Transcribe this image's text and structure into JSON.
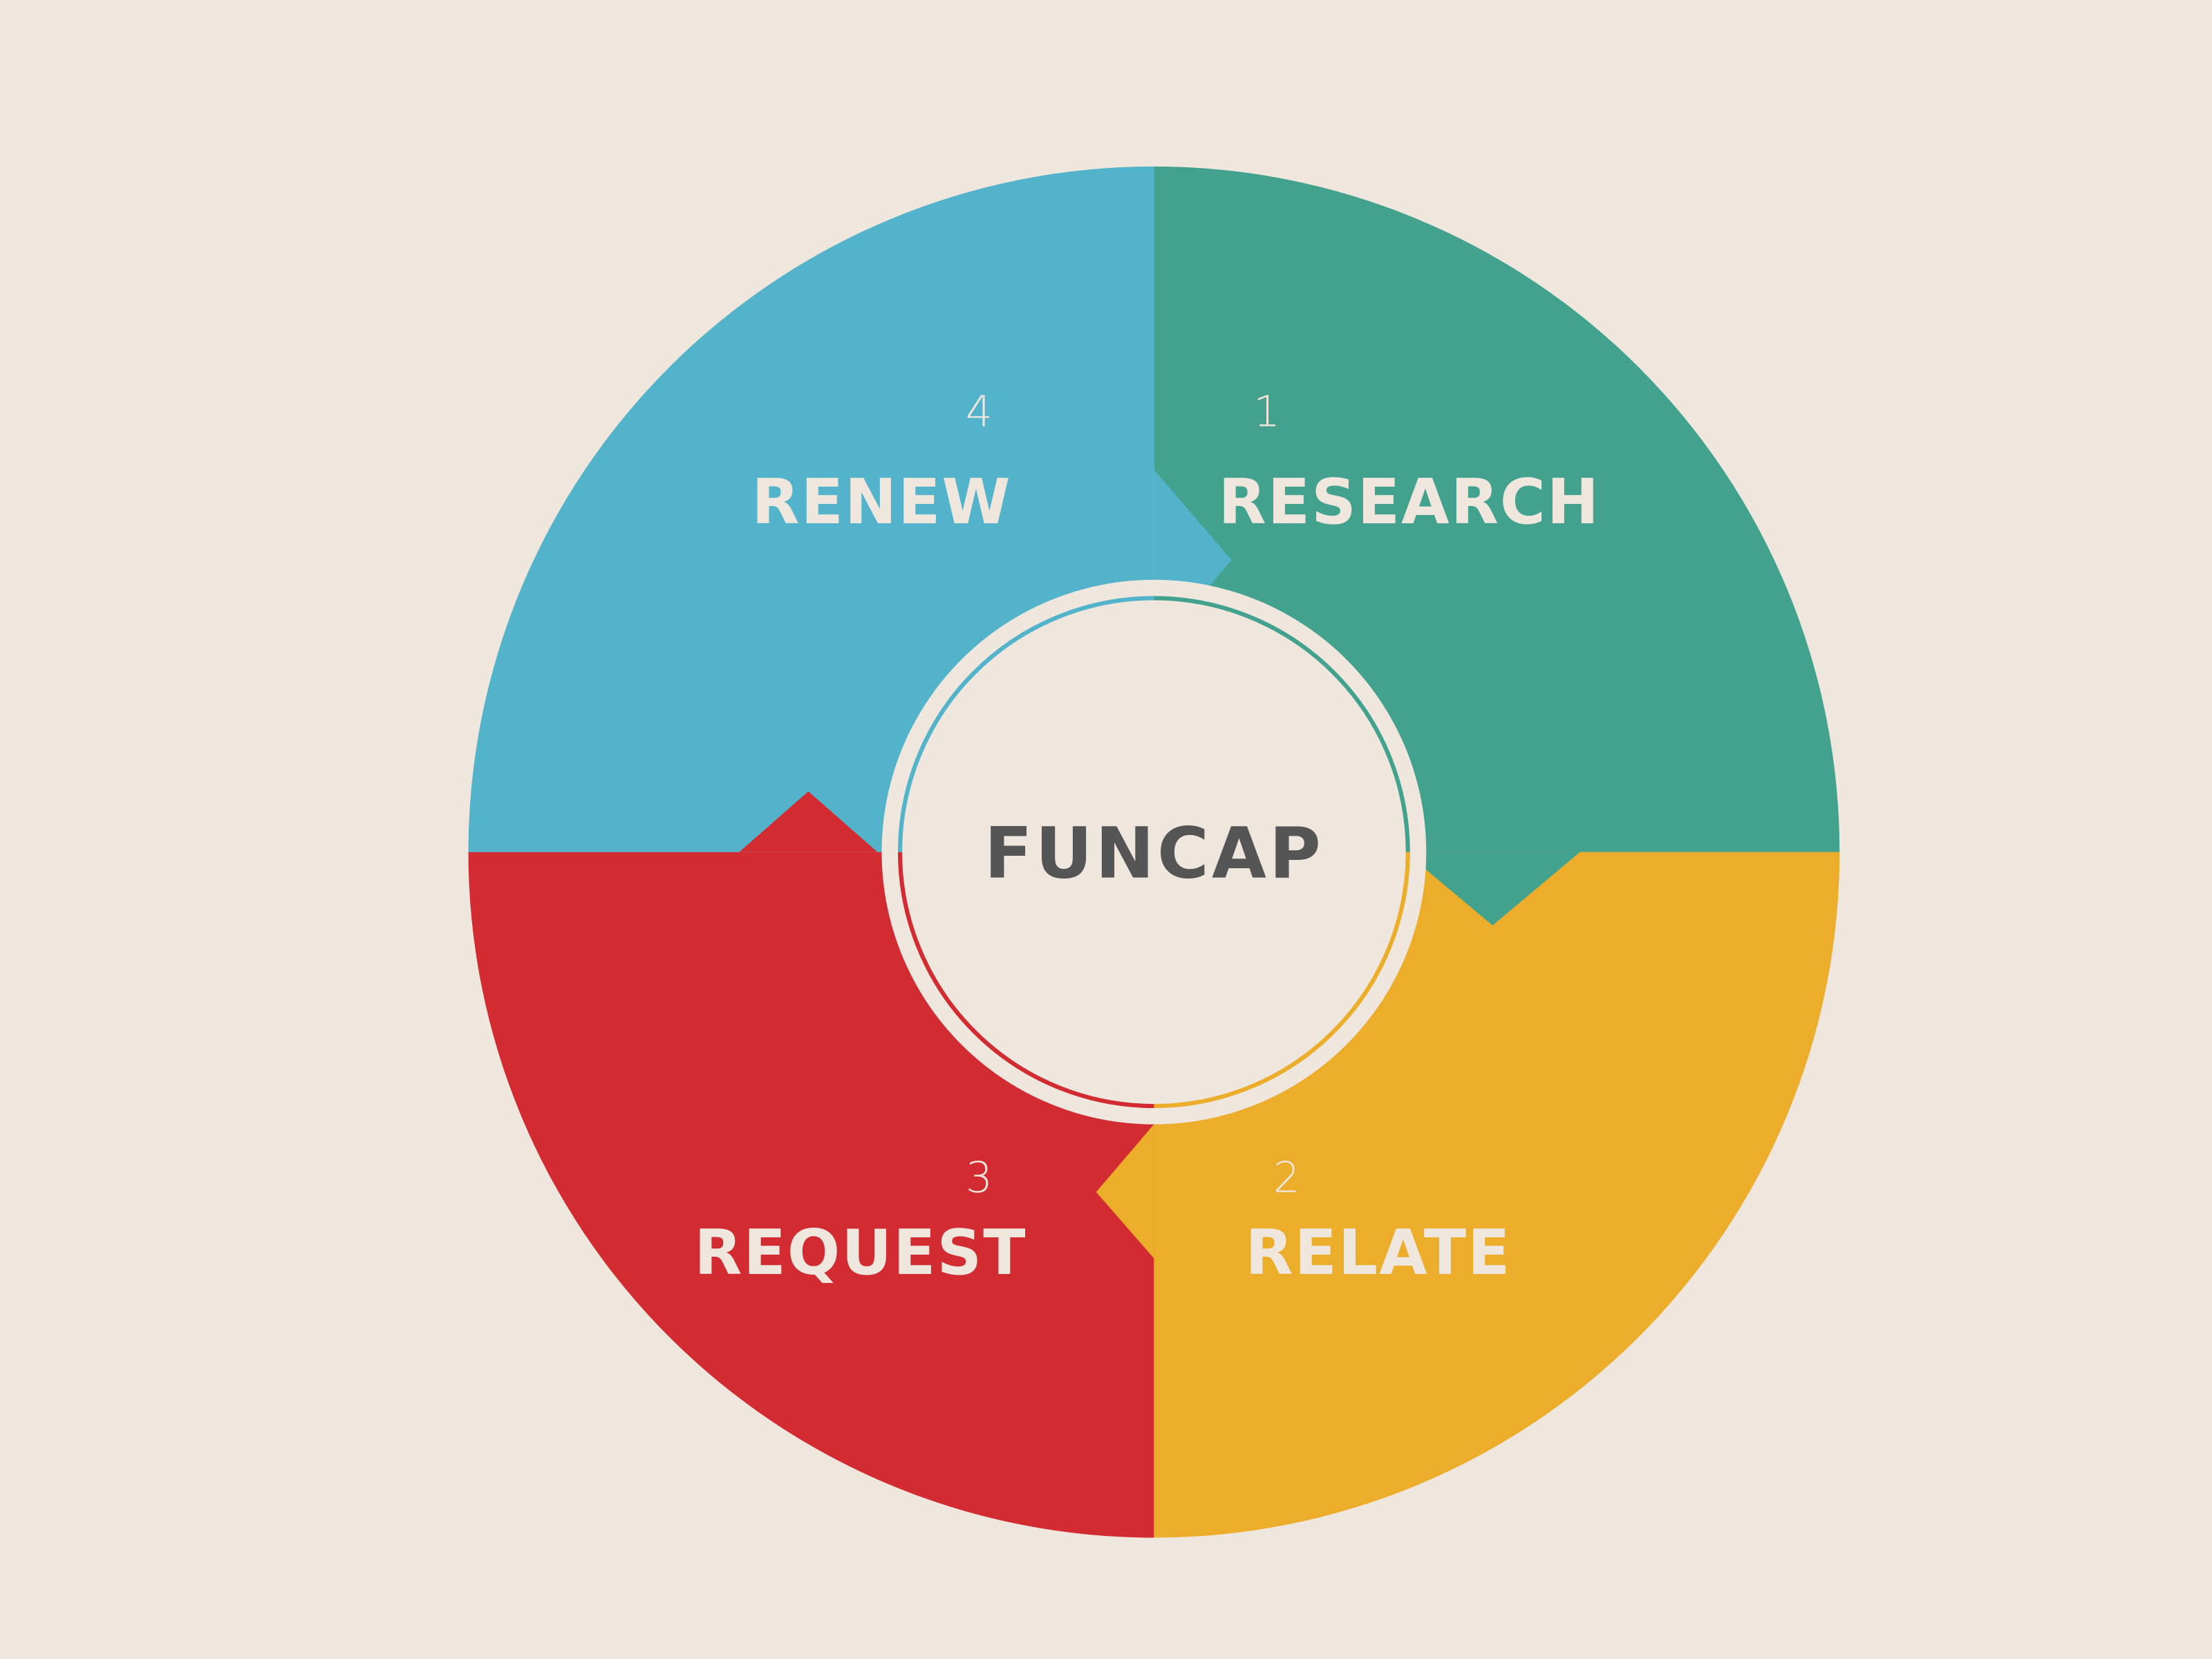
{
  "title": "FUNCAP",
  "colors": {
    "background": "#EFE7DD",
    "research": "#43A28E",
    "relate": "#EBAD2A",
    "request": "#D22C32",
    "renew": "#52B3CA",
    "center_text": "#555555"
  },
  "steps": [
    {
      "number": "1",
      "label": "RESEARCH"
    },
    {
      "number": "2",
      "label": "RELATE"
    },
    {
      "number": "3",
      "label": "REQUEST"
    },
    {
      "number": "4",
      "label": "RENEW"
    }
  ]
}
